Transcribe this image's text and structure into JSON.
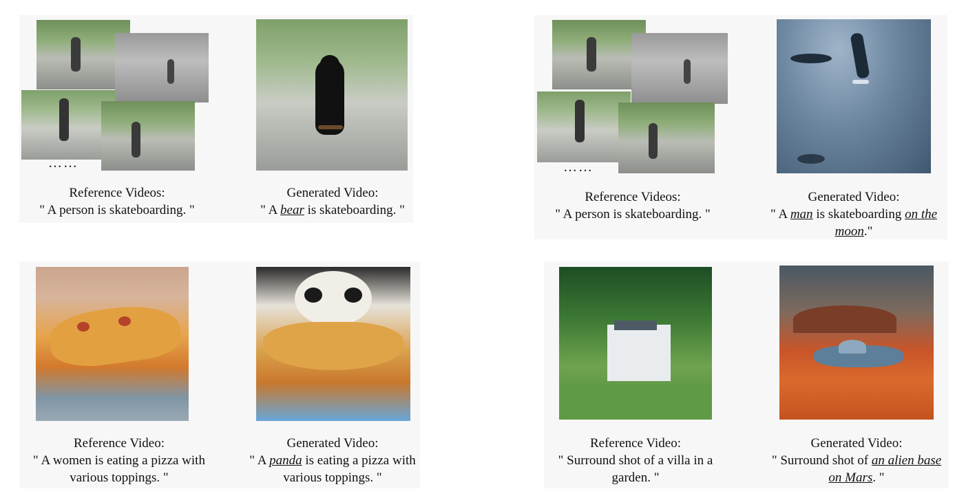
{
  "examples": [
    {
      "ref_title": "Reference Videos:",
      "ref_desc": "\" A person is skateboarding. \"",
      "ellipsis": "……",
      "gen_title": "Generated Video:",
      "gen_pre": "\" A ",
      "gen_em1": "bear",
      "gen_mid": " is skateboarding. \""
    },
    {
      "ref_title": "Reference Videos:",
      "ref_desc": "\" A person is skateboarding. \"",
      "ellipsis": "……",
      "gen_title": "Generated Video:",
      "gen_pre": "\" A ",
      "gen_em1": "man",
      "gen_mid": " is skateboarding ",
      "gen_em2": "on the moon",
      "gen_post": ".\""
    },
    {
      "ref_title": "Reference Video:",
      "ref_desc": "\" A women is eating a pizza with various toppings. \"",
      "gen_title": "Generated Video:",
      "gen_pre": "\" A ",
      "gen_em1": "panda",
      "gen_mid": " is eating a pizza with various toppings. \""
    },
    {
      "ref_title": "Reference Video:",
      "ref_desc": "\" Surround shot of a villa in a garden. \"",
      "gen_title": "Generated Video:",
      "gen_pre": "\" Surround shot of ",
      "gen_em1": "an alien base",
      "gen_mid": " ",
      "gen_em2": "on Mars",
      "gen_post": ". \""
    }
  ]
}
